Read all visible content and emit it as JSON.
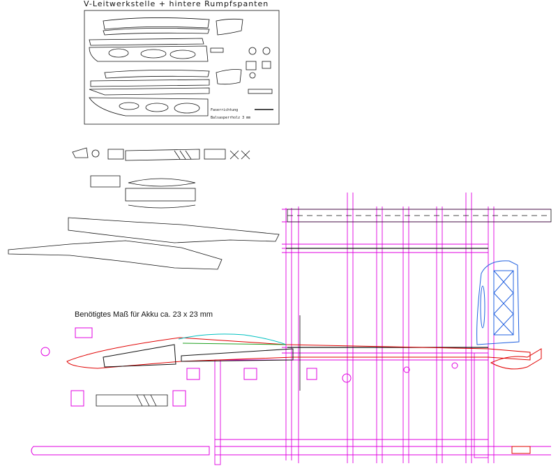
{
  "sheet_title": "V-Leitwerkstelle + hintere Rumpfspanten",
  "note_fiber": "Faserrichtung",
  "note_material": "Balsasperrholz 3 mm",
  "battery_note": "Benötigtes Maß für Akku ca. 23 x 23 mm",
  "colors": {
    "outline": "#111111",
    "construction": "#e000e0",
    "fuselage": "#e00000",
    "canopy": "#00c0c0",
    "fin": "#2060e0",
    "green": "#20a020"
  }
}
